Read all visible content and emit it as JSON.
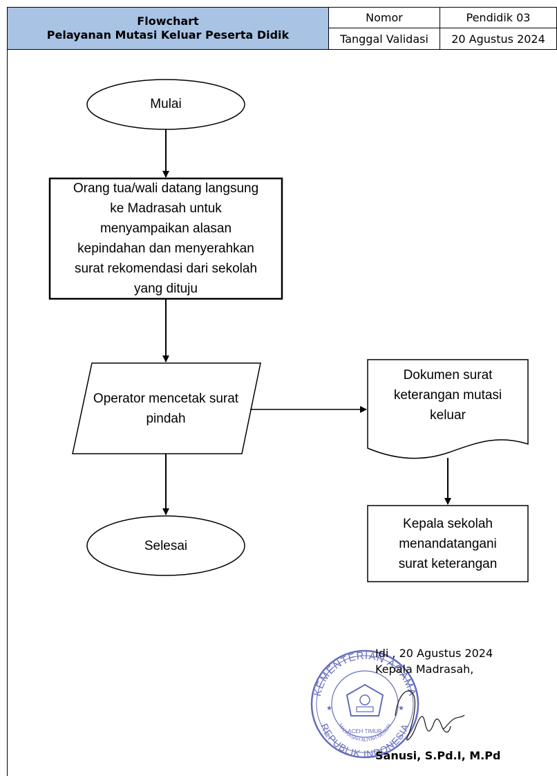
{
  "header": {
    "title_line1": "Flowchart",
    "title_line2": "Pelayanan Mutasi Keluar Peserta Didik",
    "nomor_label": "Nomor",
    "nomor_value": "Pendidik 03",
    "tanggal_label": "Tanggal Validasi",
    "tanggal_value": "20 Agustus 2024",
    "title_bg": "#a9c3e4"
  },
  "flow": {
    "start": "Mulai",
    "step1": [
      "Orang tua/wali datang langsung",
      "ke Madrasah untuk",
      "menyampaikan alasan",
      "kepindahan dan menyerahkan",
      "surat rekomendasi dari sekolah",
      "yang dituju"
    ],
    "step2": [
      "Operator mencetak surat",
      "pindah"
    ],
    "document": [
      "Dokumen surat",
      "keterangan mutasi",
      "keluar"
    ],
    "step3": [
      "Kepala sekolah",
      "menandatangani",
      "surat keterangan"
    ],
    "end": "Selesai"
  },
  "signature": {
    "place_date": "Idi , 20 Agustus 2024",
    "position": "Kepala Madrasah,",
    "name": "Sanusi, S.Pd.I, M.Pd"
  },
  "stamp": {
    "top_text": "KEMENTERIAN AGAMA",
    "inner_text": "MADRASAH ALIYAH NEGERI",
    "inner_text2": "ACEH TIMUR",
    "bottom_text": "REPUBLIK INDONESIA",
    "color": "#4a53b0"
  }
}
